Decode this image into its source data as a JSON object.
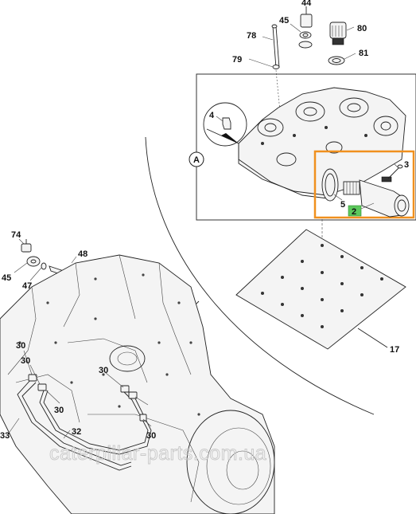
{
  "callouts": [
    {
      "id": "c44",
      "text": "44"
    },
    {
      "id": "c45a",
      "text": "45"
    },
    {
      "id": "c80",
      "text": "80"
    },
    {
      "id": "c78",
      "text": "78"
    },
    {
      "id": "c79",
      "text": "79"
    },
    {
      "id": "c81",
      "text": "81"
    },
    {
      "id": "c4",
      "text": "4"
    },
    {
      "id": "cA",
      "text": "A"
    },
    {
      "id": "c3",
      "text": "3"
    },
    {
      "id": "c5",
      "text": "5"
    },
    {
      "id": "c2",
      "text": "2"
    },
    {
      "id": "c74",
      "text": "74"
    },
    {
      "id": "c45b",
      "text": "45"
    },
    {
      "id": "c47",
      "text": "47"
    },
    {
      "id": "c48",
      "text": "48"
    },
    {
      "id": "c17",
      "text": "17"
    },
    {
      "id": "c30a",
      "text": "30"
    },
    {
      "id": "c30b",
      "text": "30"
    },
    {
      "id": "c30c",
      "text": "30"
    },
    {
      "id": "c30d",
      "text": "30"
    },
    {
      "id": "c30e",
      "text": "30"
    },
    {
      "id": "c32",
      "text": "32"
    },
    {
      "id": "c33",
      "text": "33"
    }
  ],
  "watermark": "caterpillar-parts.com.ua",
  "colors": {
    "highlight_border": "#f0901e",
    "tag_fill": "#5cc85c",
    "line": "#222222",
    "watermark": "#c9c9c9"
  }
}
